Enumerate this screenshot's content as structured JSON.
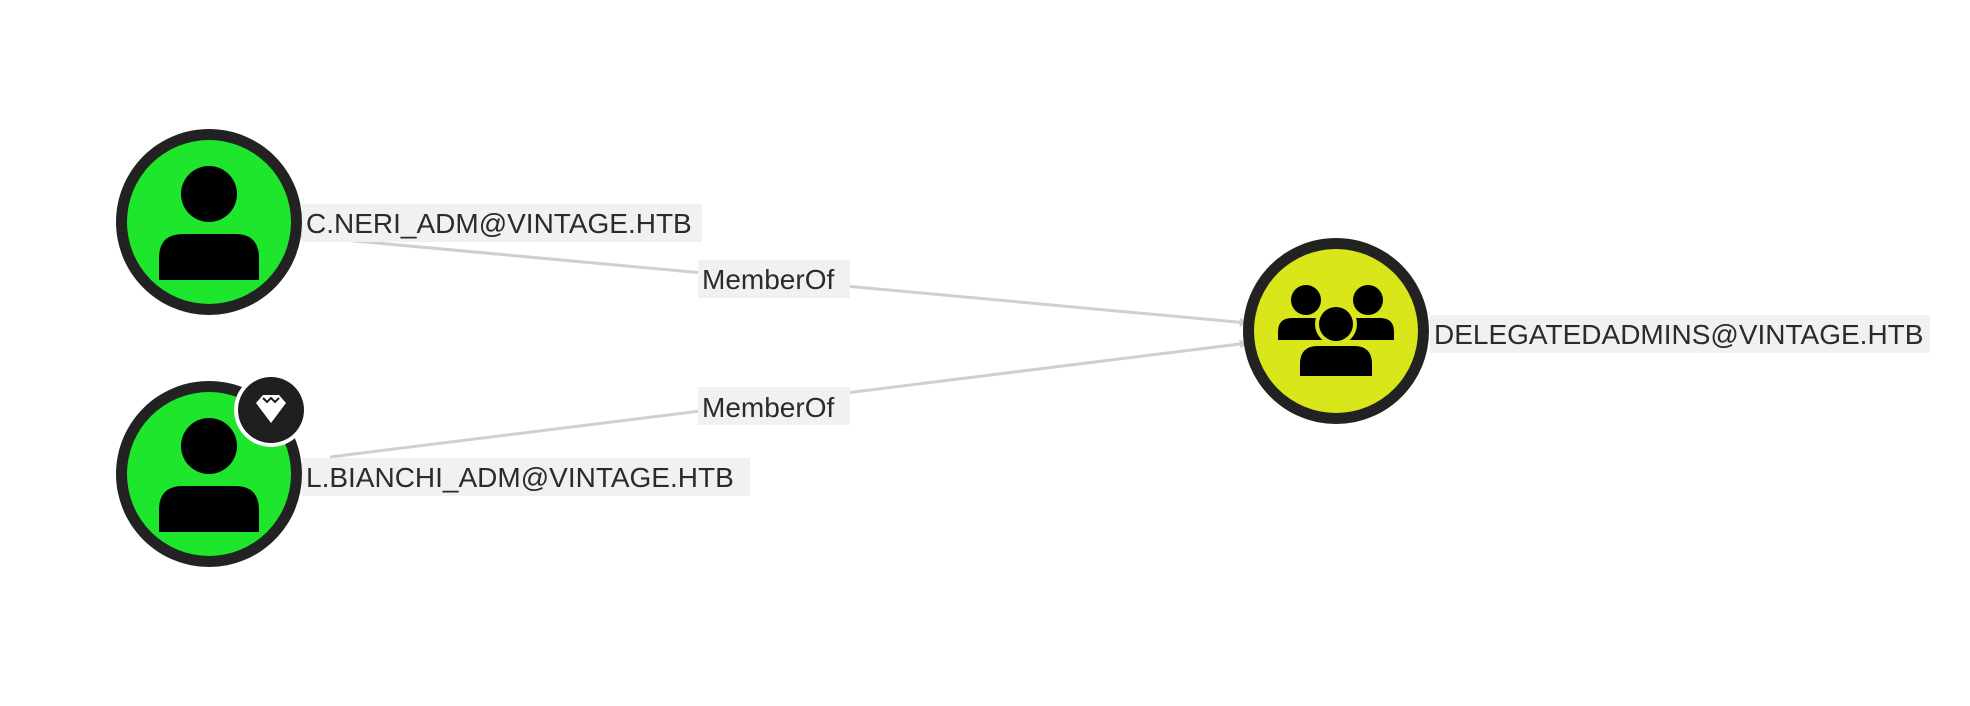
{
  "graph": {
    "nodes": [
      {
        "id": "c_neri_adm",
        "label": "C.NERI_ADM@VINTAGE.HTB",
        "kind": "user",
        "fill": "#1ee62c",
        "high_value": false
      },
      {
        "id": "l_bianchi_adm",
        "label": "L.BIANCHI_ADM@VINTAGE.HTB",
        "kind": "user",
        "fill": "#1ee62c",
        "high_value": true
      },
      {
        "id": "delegatedadmins",
        "label": "DELEGATEDADMINS@VINTAGE.HTB",
        "kind": "group",
        "fill": "#d9e61a",
        "high_value": false
      }
    ],
    "edges": [
      {
        "from": "c_neri_adm",
        "to": "delegatedadmins",
        "label": "MemberOf"
      },
      {
        "from": "l_bianchi_adm",
        "to": "delegatedadmins",
        "label": "MemberOf"
      }
    ]
  },
  "icons": {
    "user": "user-icon",
    "group": "group-icon",
    "high_value_badge": "gem-icon"
  },
  "colors": {
    "node_ring": "#222222",
    "edge": "#cfcfcf",
    "label_background": "#f1f1f1",
    "label_text": "#2b2b2b"
  }
}
